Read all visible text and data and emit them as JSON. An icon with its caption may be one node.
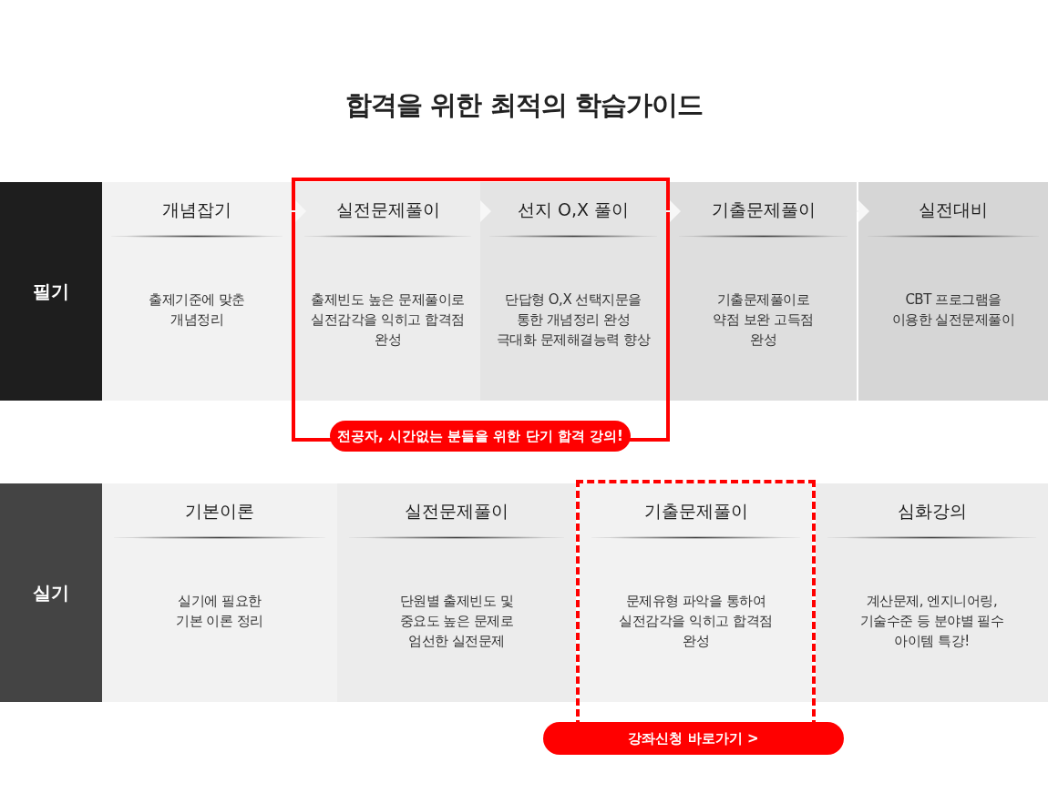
{
  "diagram": {
    "title": "합격을 위한 최적의 학습가이드",
    "nodes": [
      {
        "text": [
          "필기"
        ]
      },
      {
        "text": [
          "개념잡기",
          "출제기준에 맞춘 개념정리"
        ]
      },
      {
        "text": [
          "전공자, 시간없는 분들을 위한 단기 합격 강의!"
        ]
      },
      {
        "text": [
          "실전문제풀이",
          "출제빈도 높은 문제풀이로 실전감각을 익히고 합격점 완성"
        ],
        "in": 2
      },
      {
        "text": [
          "선지 O,X 풀이",
          "단답형 O,X 선택지문을 통한 개념정리 완성 극대화 문제해결능력 향상"
        ],
        "in": 2
      },
      {
        "text": [
          "기출문제풀이",
          "기출문제풀이로 약점 보완 고득점 완성"
        ]
      },
      {
        "text": [
          "실전대비",
          "CBT 프로그램을 이용한 실전문제풀이"
        ]
      },
      {
        "text": [
          "실기"
        ]
      },
      {
        "text": [
          "기본이론",
          "실기에 필요한 기본 이론 정리"
        ]
      },
      {
        "text": [
          "실전문제풀이",
          "단원별 출제빈도 및 중요도 높은 문제로 엄선한 실전문제"
        ]
      },
      {
        "text": [
          "강좌신청 바로가기 >"
        ]
      },
      {
        "text": [
          "기출문제풀이",
          "문제유형 파악을 통하여 실전감각을 익히고 합격점 완성"
        ],
        "in": 10
      },
      {
        "text": [
          "심화강의",
          "계산문제, 엔지니어링, 기술수준 등 분야별 필수 아이템 특강!"
        ]
      }
    ],
    "edges": [
      {
        "from": 1,
        "to": 3,
        "arrow": "to"
      },
      {
        "from": 3,
        "to": 4,
        "arrow": "to"
      },
      {
        "from": 4,
        "to": 5,
        "arrow": "to"
      },
      {
        "from": 5,
        "to": 6,
        "arrow": "to"
      }
    ]
  }
}
